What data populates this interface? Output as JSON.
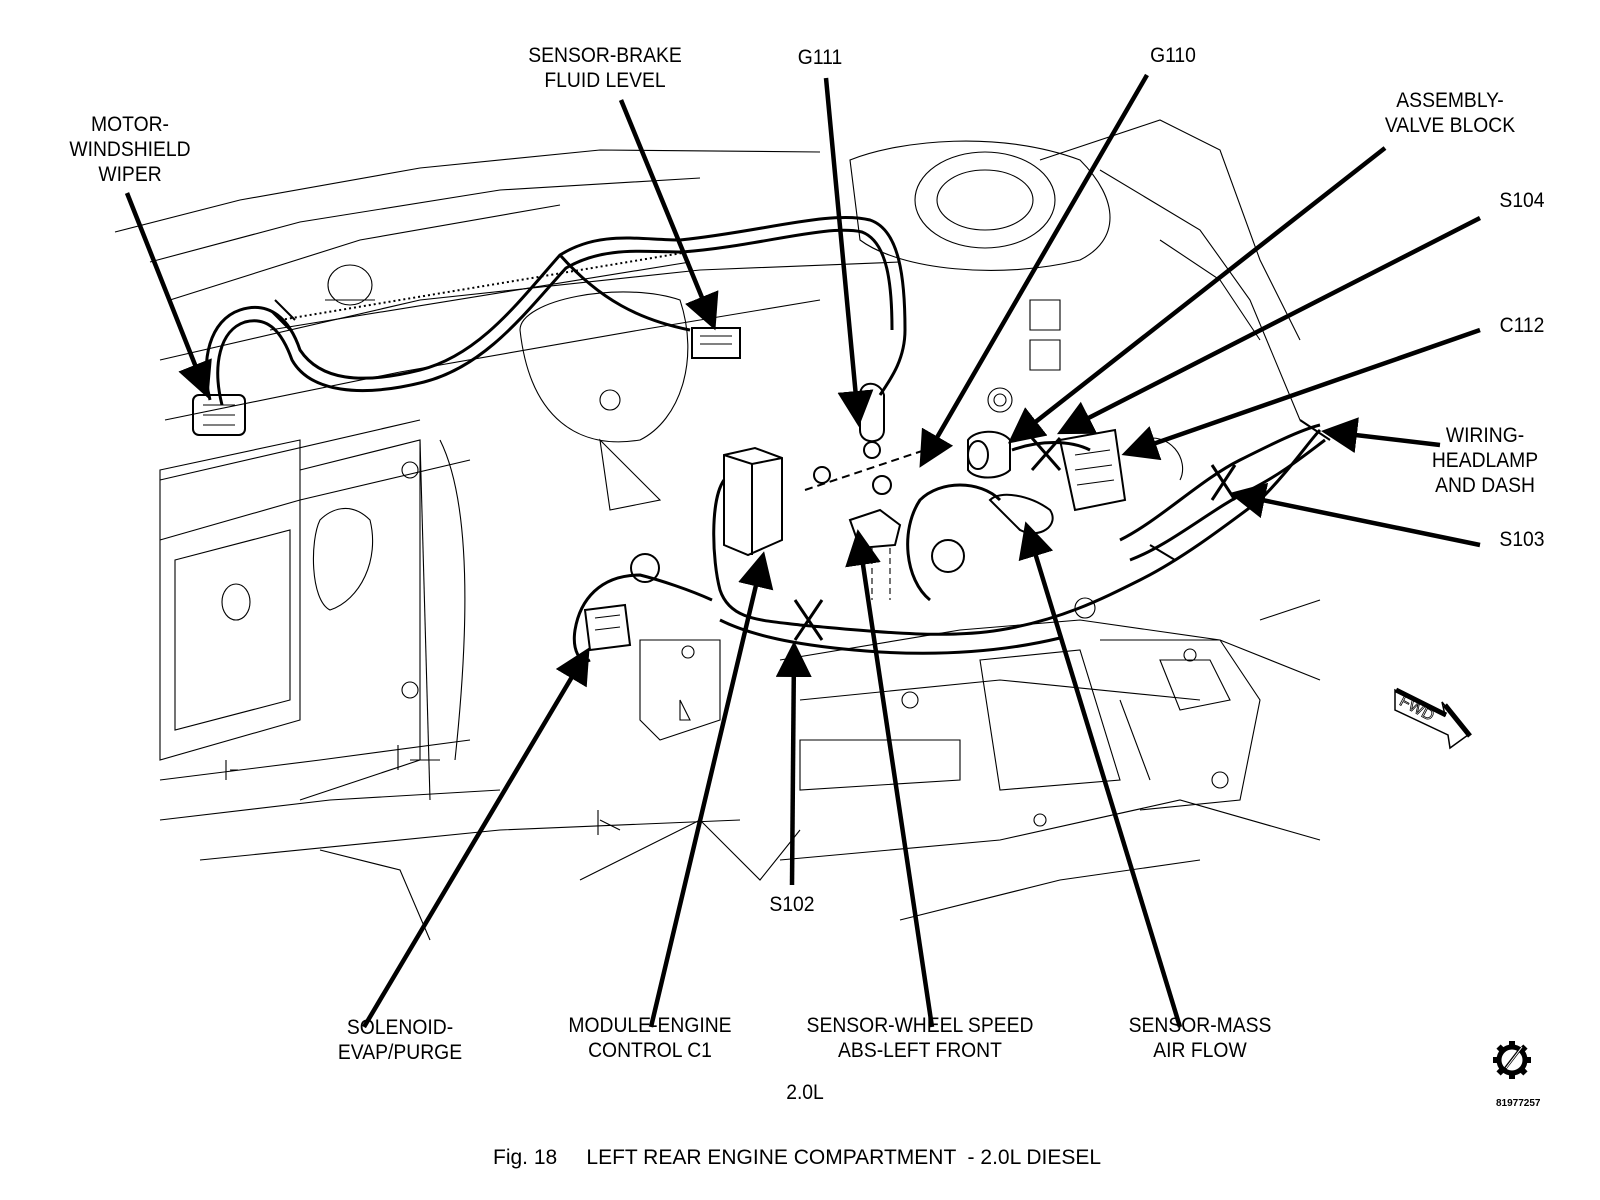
{
  "figure": {
    "engine_label": "2.0L",
    "caption_number": "Fig. 18",
    "caption_title": "LEFT REAR ENGINE COMPARTMENT  - 2.0L DIESEL",
    "drawing_id": "81977257",
    "direction_indicator": "FWD"
  },
  "callouts": {
    "motor_windshield_wiper": [
      "MOTOR-",
      "WINDSHIELD",
      "WIPER"
    ],
    "sensor_brake_fluid_level": [
      "SENSOR-BRAKE",
      "FLUID LEVEL"
    ],
    "g111": [
      "G111"
    ],
    "g110": [
      "G110"
    ],
    "assembly_valve_block": [
      "ASSEMBLY-",
      "VALVE BLOCK"
    ],
    "s104": [
      "S104"
    ],
    "c112": [
      "C112"
    ],
    "wiring_headlamp_dash": [
      "WIRING-",
      "HEADLAMP",
      "AND DASH"
    ],
    "s103": [
      "S103"
    ],
    "s102": [
      "S102"
    ],
    "solenoid_evap_purge": [
      "SOLENOID-",
      "EVAP/PURGE"
    ],
    "module_engine_control": [
      "MODULE-ENGINE",
      "CONTROL C1"
    ],
    "sensor_wheel_speed": [
      "SENSOR-WHEEL SPEED",
      "ABS-LEFT FRONT"
    ],
    "sensor_mass_air_flow": [
      "SENSOR-MASS",
      "AIR FLOW"
    ]
  },
  "icons": {
    "tool_gear": "gear-with-pencil-icon",
    "forward_arrow": "fwd-arrow-icon"
  }
}
